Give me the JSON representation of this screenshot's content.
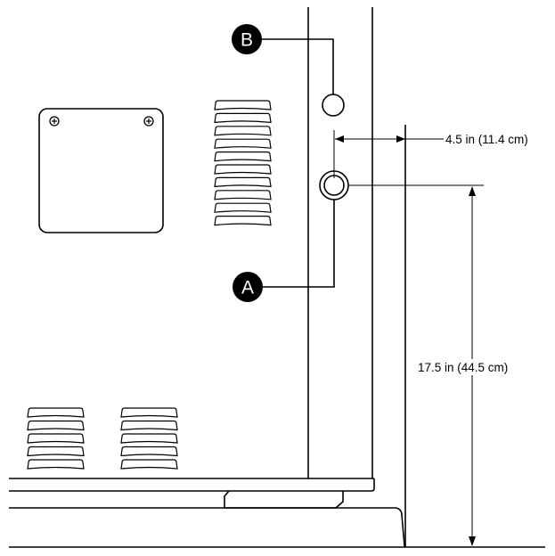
{
  "callouts": {
    "b": "B",
    "a": "A"
  },
  "dimensions": {
    "horizontal": "4.5 in (11.4 cm)",
    "vertical": "17.5 in (44.5 cm)"
  },
  "colors": {
    "stroke": "#000000",
    "callout_fill": "#000000",
    "background": "#ffffff"
  },
  "vents": {
    "upper_slat_count": 10,
    "lower_left_slat_count": 5,
    "lower_right_slat_count": 5
  },
  "icons": [
    "screw-icon",
    "hole-icon"
  ]
}
